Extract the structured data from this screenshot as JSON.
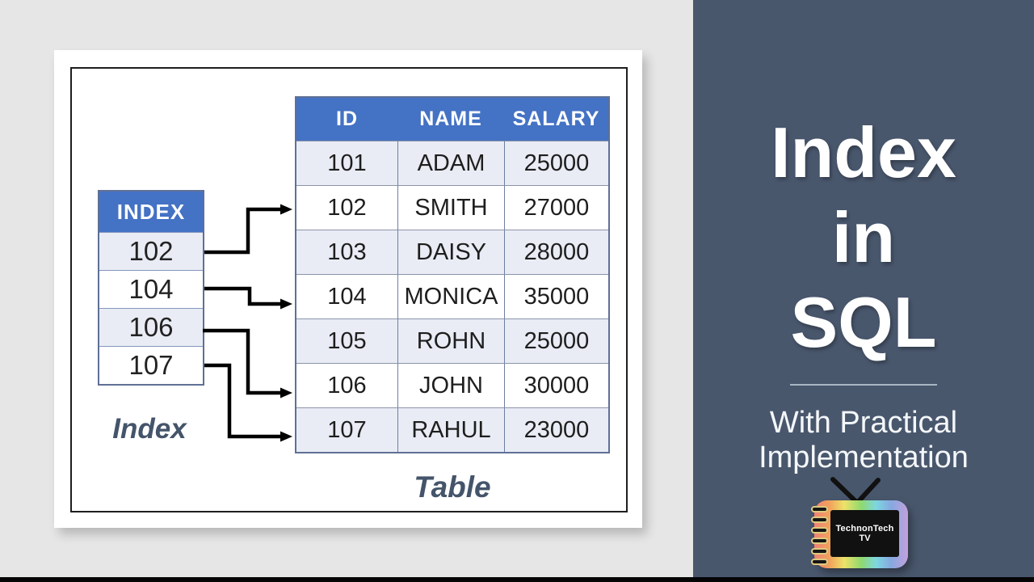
{
  "left_panel": {
    "index_table": {
      "header": "INDEX",
      "values": [
        "102",
        "104",
        "106",
        "107"
      ],
      "caption": "Index"
    },
    "data_table": {
      "headers": [
        "ID",
        "NAME",
        "SALARY"
      ],
      "rows": [
        [
          "101",
          "ADAM",
          "25000"
        ],
        [
          "102",
          "SMITH",
          "27000"
        ],
        [
          "103",
          "DAISY",
          "28000"
        ],
        [
          "104",
          "MONICA",
          "35000"
        ],
        [
          "105",
          "ROHN",
          "25000"
        ],
        [
          "106",
          "JOHN",
          "30000"
        ],
        [
          "107",
          "RAHUL",
          "23000"
        ]
      ],
      "caption": "Table"
    },
    "arrows": [
      {
        "from_index": "102",
        "to_row_id": "102"
      },
      {
        "from_index": "104",
        "to_row_id": "104"
      },
      {
        "from_index": "106",
        "to_row_id": "106"
      },
      {
        "from_index": "107",
        "to_row_id": "107"
      }
    ]
  },
  "right_panel": {
    "title_line1": "Index",
    "title_line2": "in",
    "title_line3": "SQL",
    "subtitle_line1": "With Practical",
    "subtitle_line2": "Implementation",
    "logo": {
      "name_line1": "TechnonTech",
      "name_line2": "TV"
    }
  },
  "colors": {
    "table_header_blue": "#4472C4",
    "row_tint_lavender": "#E9ECF5",
    "slate_text": "#44546A",
    "panel_background": "#49576D",
    "page_background": "#E6E6E6",
    "arrow_black": "#000000"
  }
}
